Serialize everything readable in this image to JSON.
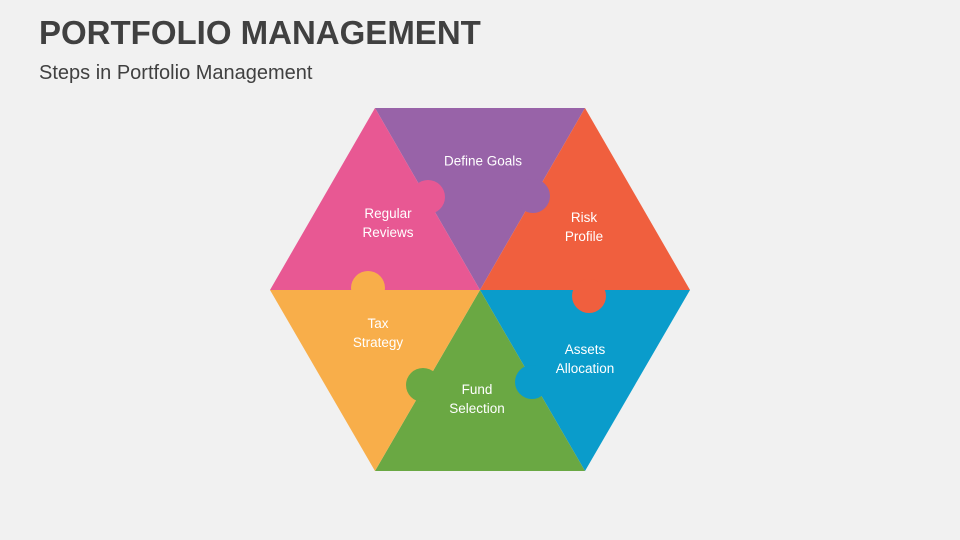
{
  "header": {
    "title": "PORTFOLIO MANAGEMENT",
    "subtitle": "Steps in Portfolio Management"
  },
  "diagram": {
    "type": "hexagon-puzzle",
    "segments": [
      {
        "label": "Define Goals",
        "color": "#9863a8"
      },
      {
        "label": "Risk\nProfile",
        "color": "#f05f3e"
      },
      {
        "label": "Assets\nAllocation",
        "color": "#0a9ccb"
      },
      {
        "label": "Fund\nSelection",
        "color": "#6aa843"
      },
      {
        "label": "Tax\nStrategy",
        "color": "#f8ae4a"
      },
      {
        "label": "Regular\nReviews",
        "color": "#e85893"
      }
    ]
  }
}
